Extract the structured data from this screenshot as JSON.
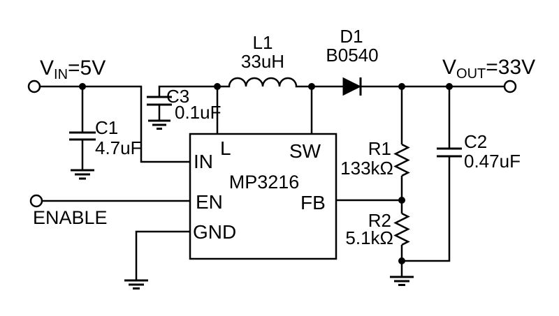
{
  "schematic": {
    "kind": "circuit-schematic",
    "colors": {
      "line": "#000000",
      "background": "#ffffff"
    },
    "nodes": {
      "vin": {
        "symbol": "V",
        "subscript": "IN",
        "value": "=5V"
      },
      "vout": {
        "symbol": "V",
        "subscript": "OUT",
        "value": "=33V"
      },
      "enable": {
        "label": "ENABLE"
      }
    },
    "ic": {
      "part_number": "MP3216",
      "pins": {
        "in": "IN",
        "l": "L",
        "sw": "SW",
        "en": "EN",
        "fb": "FB",
        "gnd": "GND"
      }
    },
    "components": {
      "c1": {
        "ref": "C1",
        "value": "4.7uF",
        "type": "capacitor"
      },
      "c3": {
        "ref": "C3",
        "value": "0.1uF",
        "type": "capacitor"
      },
      "c2": {
        "ref": "C2",
        "value": "0.47uF",
        "type": "capacitor"
      },
      "l1": {
        "ref": "L1",
        "value": "33uH",
        "type": "inductor"
      },
      "d1": {
        "ref": "D1",
        "value": "B0540",
        "type": "diode"
      },
      "r1": {
        "ref": "R1",
        "value": "133kΩ",
        "type": "resistor"
      },
      "r2": {
        "ref": "R2",
        "value": "5.1kΩ",
        "type": "resistor"
      }
    }
  }
}
